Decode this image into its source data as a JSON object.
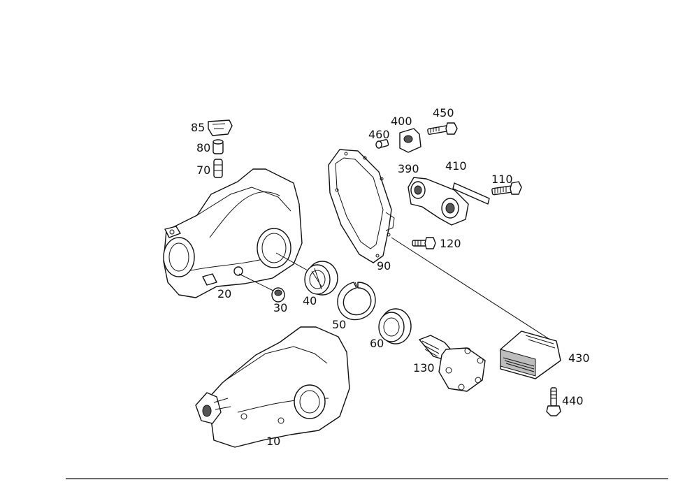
{
  "labels": {
    "p10": "10",
    "p20": "20",
    "p30": "30",
    "p40": "40",
    "p50": "50",
    "p60": "60",
    "p70": "70",
    "p80": "80",
    "p85": "85",
    "p90": "90",
    "p110": "110",
    "p120": "120",
    "p130": "130",
    "p390": "390",
    "p400": "400",
    "p410": "410",
    "p430": "430",
    "p440": "440",
    "p450": "450",
    "p460": "460"
  }
}
